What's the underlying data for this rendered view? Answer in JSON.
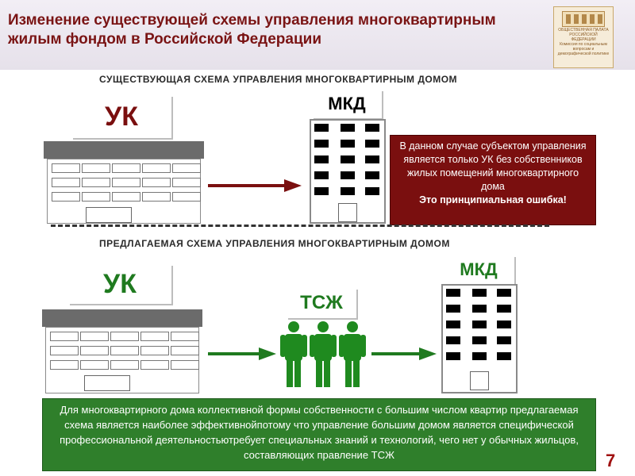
{
  "header": {
    "title": "Изменение существующей схемы управления многоквартирным жилым фондом в Российской Федерации",
    "logo_text": "ОБЩЕСТВЕННАЯ ПАЛАТА РОССИЙСКОЙ ФЕДЕРАЦИИ",
    "logo_subtitle": "Комиссия по социальным вопросам и демографической политике"
  },
  "existing": {
    "title": "СУЩЕСТВУЮЩАЯ СХЕМА УПРАВЛЕНИЯ МНОГОКВАРТИРНЫМ ДОМОМ",
    "uk_label": "УК",
    "mkd_label": "МКД",
    "note_text": "В данном случае субъектом управления является только УК без собственников жилых помещений многоквартирного дома",
    "note_emphasis": "Это принципиальная ошибка!"
  },
  "proposed": {
    "title": "ПРЕДЛАГАЕМАЯ СХЕМА УПРАВЛЕНИЯ МНОГОКВАРТИРНЫМ ДОМОМ",
    "uk_label": "УК",
    "tsj_label": "ТСЖ",
    "mkd_label": "МКД",
    "note_text": "Для многоквартирного дома коллективной формы собственности с большим числом квартир предлагаемая схема является наиболее эффективнойпотому что управление большим домом является специфической профессиональной деятельностьютребует специальных знаний и технологий, чего нет у обычных жильцов, составляющих правление ТСЖ"
  },
  "colors": {
    "title_red": "#7a1414",
    "uk_existing": "#7a0f0f",
    "uk_proposed": "#1f7a1f",
    "note_red_bg": "#7a0f0f",
    "note_green_bg": "#2f7f2b",
    "arrow_red": "#7a0f0f",
    "arrow_green": "#1f7a1f",
    "page_number": "#a01010"
  },
  "page_number": "7"
}
